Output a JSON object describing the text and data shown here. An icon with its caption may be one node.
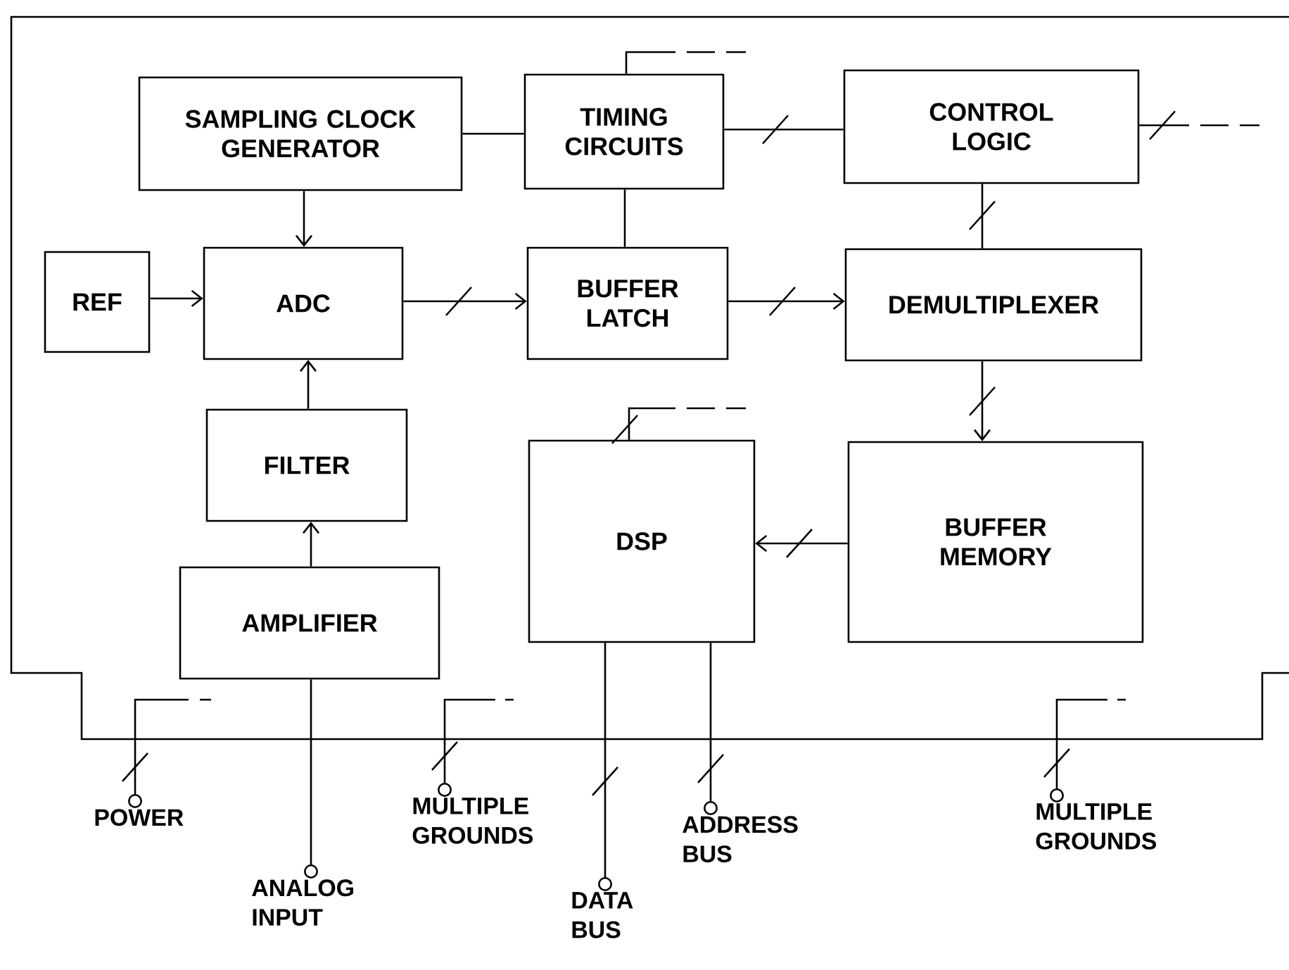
{
  "diagram": {
    "nodes": [
      {
        "text": [
          "SAMPLING CLOCK GENERATOR"
        ]
      },
      {
        "text": [
          "TIMING CIRCUITS"
        ]
      },
      {
        "text": [
          "CONTROL LOGIC"
        ]
      },
      {
        "text": [
          "REF"
        ]
      },
      {
        "text": [
          "ADC"
        ]
      },
      {
        "text": [
          "BUFFER LATCH"
        ]
      },
      {
        "text": [
          "DEMULTIPLEXER"
        ]
      },
      {
        "text": [
          "FILTER"
        ]
      },
      {
        "text": [
          "DSP"
        ]
      },
      {
        "text": [
          "BUFFER MEMORY"
        ]
      },
      {
        "text": [
          "AMPLIFIER"
        ]
      },
      {
        "text": [
          "POWER"
        ]
      },
      {
        "text": [
          "ANALOG INPUT"
        ]
      },
      {
        "text": [
          "MULTIPLE GROUNDS"
        ]
      },
      {
        "text": [
          "DATA BUS"
        ]
      },
      {
        "text": [
          "ADDRESS BUS"
        ]
      },
      {
        "text": [
          "MULTIPLE GROUNDS"
        ]
      }
    ],
    "edges": [
      {
        "from": 0,
        "to": 1,
        "arrow": "none"
      },
      {
        "from": 0,
        "to": 4,
        "arrow": "to"
      },
      {
        "from": 1,
        "to": 5,
        "arrow": "none"
      },
      {
        "from": 1,
        "to": 2,
        "arrow": "none"
      },
      {
        "from": 3,
        "to": 4,
        "arrow": "to"
      },
      {
        "from": 4,
        "to": 5,
        "arrow": "to"
      },
      {
        "from": 5,
        "to": 6,
        "arrow": "to"
      },
      {
        "from": 2,
        "to": 6,
        "arrow": "none"
      },
      {
        "from": 6,
        "to": 9,
        "arrow": "to"
      },
      {
        "from": 9,
        "to": 8,
        "arrow": "to"
      },
      {
        "from": 7,
        "to": 4,
        "arrow": "to"
      },
      {
        "from": 10,
        "to": 7,
        "arrow": "to"
      },
      {
        "from": 10,
        "to": 12,
        "arrow": "other"
      },
      {
        "from": 8,
        "to": 14,
        "arrow": "other"
      },
      {
        "from": 8,
        "to": 15,
        "arrow": "other"
      },
      {
        "from": 1,
        "to": null,
        "arrow": "none"
      },
      {
        "from": 2,
        "to": null,
        "arrow": "none"
      },
      {
        "from": 8,
        "to": null,
        "arrow": "none"
      },
      {
        "from": null,
        "to": 11,
        "arrow": "other"
      },
      {
        "from": null,
        "to": 13,
        "arrow": "other"
      },
      {
        "from": null,
        "to": 16,
        "arrow": "other"
      }
    ]
  }
}
